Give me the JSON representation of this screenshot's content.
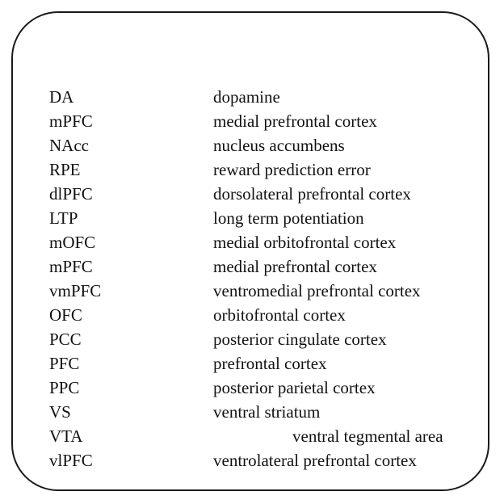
{
  "glossary": {
    "rows": [
      {
        "abbr": "DA",
        "term": "dopamine"
      },
      {
        "abbr": "mPFC",
        "term": "medial prefrontal cortex"
      },
      {
        "abbr": "NAcc",
        "term": "nucleus accumbens"
      },
      {
        "abbr": "RPE",
        "term": "reward prediction error"
      },
      {
        "abbr": "dlPFC",
        "term": "dorsolateral prefrontal cortex"
      },
      {
        "abbr": "LTP",
        "term": "long term potentiation"
      },
      {
        "abbr": "mOFC",
        "term": "medial orbitofrontal cortex"
      },
      {
        "abbr": "mPFC",
        "term": "medial prefrontal cortex"
      },
      {
        "abbr": "vmPFC",
        "term": "ventromedial prefrontal cortex"
      },
      {
        "abbr": "OFC",
        "term": "orbitofrontal cortex"
      },
      {
        "abbr": "PCC",
        "term": "posterior cingulate cortex"
      },
      {
        "abbr": "PFC",
        "term": "prefrontal cortex"
      },
      {
        "abbr": "PPC",
        "term": "posterior parietal cortex"
      },
      {
        "abbr": "VS",
        "term": "ventral striatum"
      },
      {
        "abbr": "VTA",
        "term": "ventral tegmental area"
      },
      {
        "abbr": "vlPFC",
        "term": "ventrolateral prefrontal cortex"
      }
    ]
  }
}
